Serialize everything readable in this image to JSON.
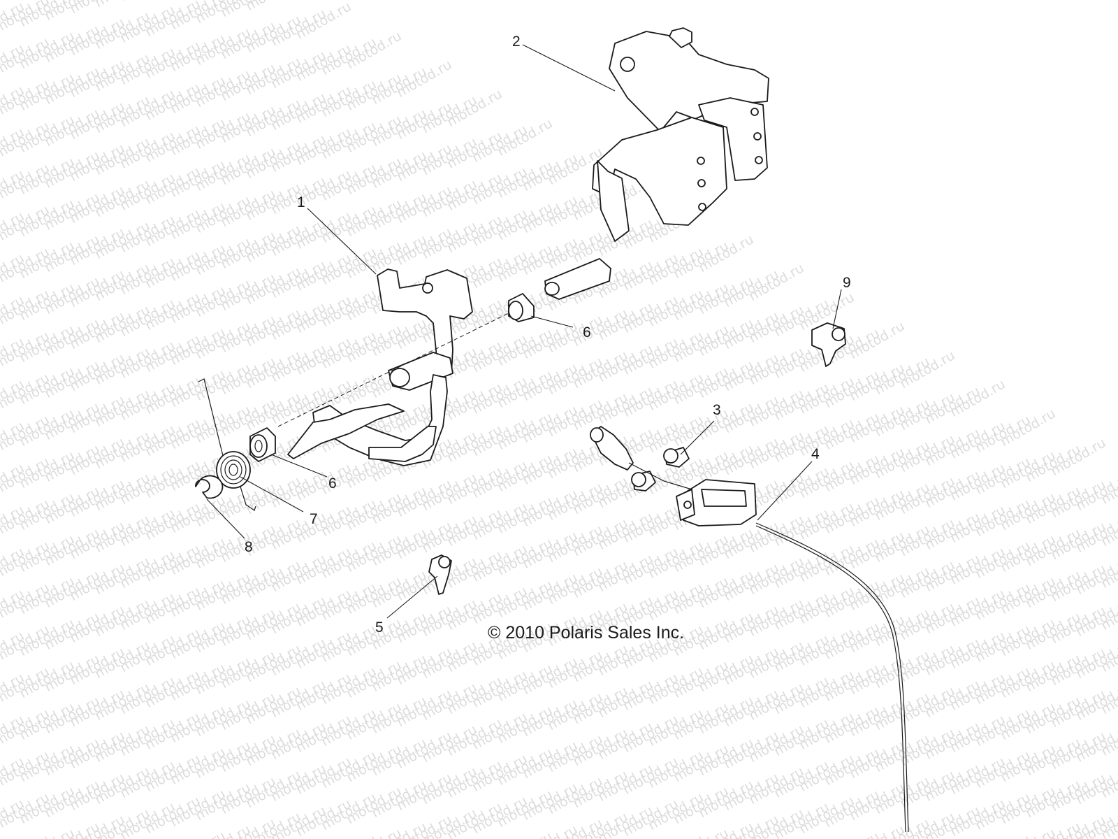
{
  "watermark": "motod.ru",
  "copyright": "© 2010 Polaris Sales Inc.",
  "callouts": [
    "1",
    "2",
    "3",
    "4",
    "5",
    "6",
    "6",
    "7",
    "8",
    "9"
  ],
  "parts": [
    "brake-pedal",
    "pedal-mount-bracket",
    "pin",
    "brake-cable",
    "clip",
    "bushing",
    "bushing",
    "torsion-spring",
    "e-clip",
    "cable-clamp"
  ]
}
